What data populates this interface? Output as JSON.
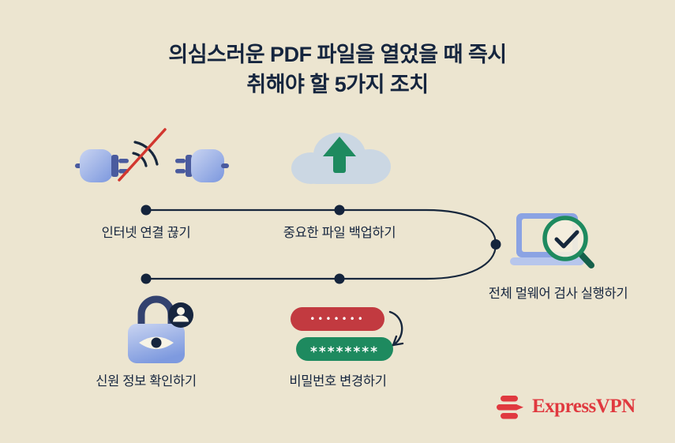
{
  "title": {
    "line1": "의심스러운 PDF 파일을 열었을 때 즉시",
    "line2": "취해야 할 5가지 조치"
  },
  "steps": [
    {
      "label": "인터넷 연결 끊기",
      "icon": "disconnected-plug-icon"
    },
    {
      "label": "중요한 파일 백업하기",
      "icon": "cloud-upload-icon"
    },
    {
      "label": "전체 멀웨어 검사 실행하기",
      "icon": "malware-scan-icon"
    },
    {
      "label": "신원 정보 확인하기",
      "icon": "identity-lock-icon"
    },
    {
      "label": "비밀번호 변경하기",
      "icon": "password-change-icon"
    }
  ],
  "password_illustration": {
    "old_masked": "•••••••",
    "new_masked": "********"
  },
  "brand": {
    "name": "ExpressVPN",
    "icon": "expressvpn-mark-icon"
  },
  "colors": {
    "background": "#ece5d0",
    "headline": "#15253e",
    "timeline": "#17273c",
    "green": "#1e8a5f",
    "alert_red": "#c23a40",
    "brand_red": "#e0393f",
    "icon_blue_light": "#c9d4f1",
    "icon_blue": "#7e9adf",
    "cloud_gray": "#cbd7e3"
  }
}
